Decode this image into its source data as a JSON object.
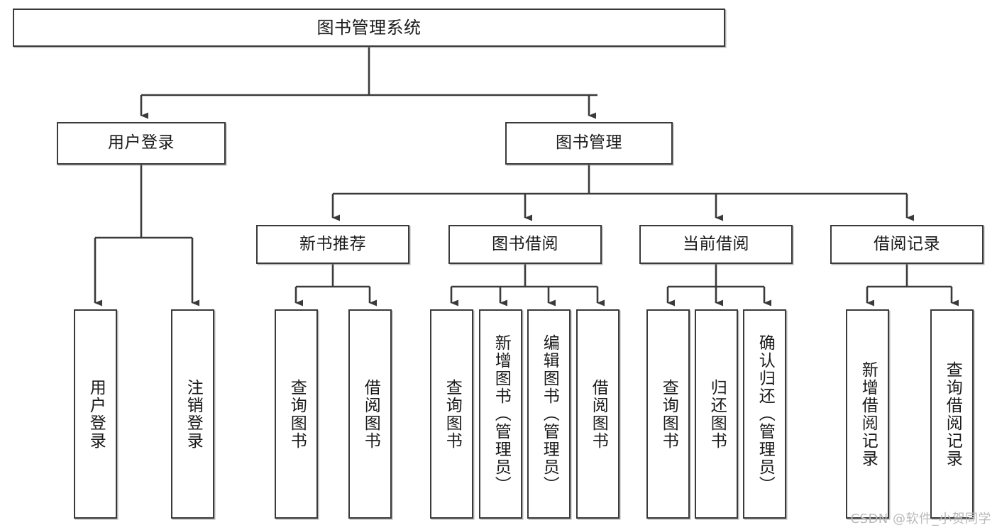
{
  "diagram": {
    "title": "图书管理系统",
    "type": "tree-hierarchy",
    "orientation": "top-down",
    "line_color": "#3a3a3a",
    "box_fill": "#ffffff",
    "text_color": "#1a1a1a"
  },
  "nodes": {
    "root": {
      "label": "图书管理系统"
    },
    "level1": [
      {
        "id": "user-login",
        "label": "用户登录"
      },
      {
        "id": "book-manage",
        "label": "图书管理"
      }
    ],
    "level2": [
      {
        "id": "new-book-rec",
        "label": "新书推荐"
      },
      {
        "id": "book-borrow",
        "label": "图书借阅"
      },
      {
        "id": "current-borrow",
        "label": "当前借阅"
      },
      {
        "id": "borrow-record",
        "label": "借阅记录"
      }
    ],
    "leaves": [
      {
        "id": "leaf-user-login",
        "label": "用户登录",
        "parent": "user-login"
      },
      {
        "id": "leaf-user-logout",
        "label": "注销登录",
        "parent": "user-login"
      },
      {
        "id": "leaf-query-book-1",
        "label": "查询图书",
        "parent": "new-book-rec"
      },
      {
        "id": "leaf-borrow-book-1",
        "label": "借阅图书",
        "parent": "new-book-rec"
      },
      {
        "id": "leaf-query-book-2",
        "label": "查询图书",
        "parent": "book-borrow"
      },
      {
        "id": "leaf-add-book",
        "label": "新增图书（管理员）",
        "parent": "book-borrow"
      },
      {
        "id": "leaf-edit-book",
        "label": "编辑图书（管理员）",
        "parent": "book-borrow"
      },
      {
        "id": "leaf-borrow-book-2",
        "label": "借阅图书",
        "parent": "book-borrow"
      },
      {
        "id": "leaf-query-book-3",
        "label": "查询图书",
        "parent": "current-borrow"
      },
      {
        "id": "leaf-return-book",
        "label": "归还图书",
        "parent": "current-borrow"
      },
      {
        "id": "leaf-confirm-return",
        "label": "确认归还（管理员）",
        "parent": "current-borrow"
      },
      {
        "id": "leaf-add-record",
        "label": "新增借阅记录",
        "parent": "borrow-record"
      },
      {
        "id": "leaf-query-record",
        "label": "查询借阅记录",
        "parent": "borrow-record"
      }
    ]
  },
  "watermark": {
    "text": "CSDN @软件_小贺同学"
  }
}
